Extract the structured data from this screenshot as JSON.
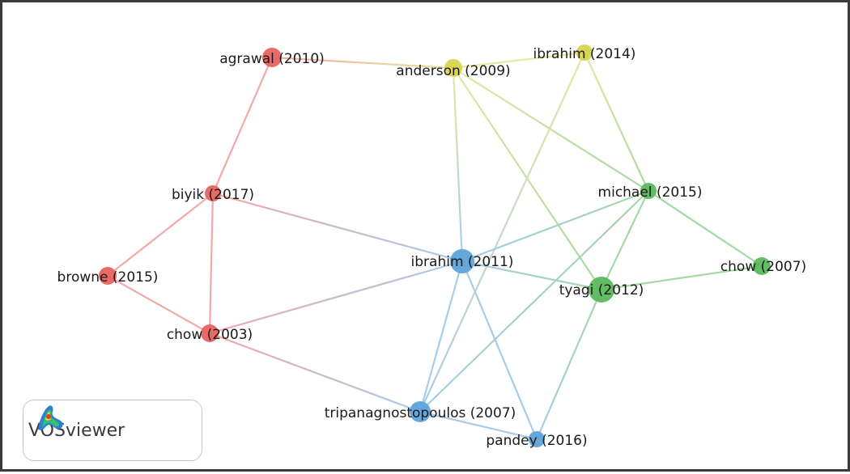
{
  "network": {
    "nodes": [
      {
        "id": "agrawal2010",
        "label": "agrawal (2010)",
        "cluster": "red"
      },
      {
        "id": "anderson2009",
        "label": "anderson (2009)",
        "cluster": "yellow"
      },
      {
        "id": "ibrahim2014",
        "label": "ibrahim (2014)",
        "cluster": "yellow"
      },
      {
        "id": "biyik2017",
        "label": "biyik (2017)",
        "cluster": "red"
      },
      {
        "id": "michael2015",
        "label": "michael (2015)",
        "cluster": "green"
      },
      {
        "id": "browne2015",
        "label": "browne (2015)",
        "cluster": "red"
      },
      {
        "id": "ibrahim2011",
        "label": "ibrahim (2011)",
        "cluster": "blue"
      },
      {
        "id": "chow2007",
        "label": "chow (2007)",
        "cluster": "green"
      },
      {
        "id": "tyagi2012",
        "label": "tyagi (2012)",
        "cluster": "green"
      },
      {
        "id": "chow2003",
        "label": "chow (2003)",
        "cluster": "red"
      },
      {
        "id": "tripanagnostopoulos2007",
        "label": "tripanagnostopoulos (2007)",
        "cluster": "blue"
      },
      {
        "id": "pandey2016",
        "label": "pandey (2016)",
        "cluster": "blue"
      }
    ],
    "edges": [
      [
        "agrawal2010",
        "biyik2017"
      ],
      [
        "agrawal2010",
        "anderson2009"
      ],
      [
        "biyik2017",
        "browne2015"
      ],
      [
        "biyik2017",
        "chow2003"
      ],
      [
        "biyik2017",
        "ibrahim2011"
      ],
      [
        "browne2015",
        "chow2003"
      ],
      [
        "chow2003",
        "ibrahim2011"
      ],
      [
        "chow2003",
        "tripanagnostopoulos2007"
      ],
      [
        "anderson2009",
        "ibrahim2014"
      ],
      [
        "anderson2009",
        "ibrahim2011"
      ],
      [
        "anderson2009",
        "michael2015"
      ],
      [
        "anderson2009",
        "tyagi2012"
      ],
      [
        "ibrahim2014",
        "michael2015"
      ],
      [
        "ibrahim2014",
        "tripanagnostopoulos2007"
      ],
      [
        "michael2015",
        "ibrahim2011"
      ],
      [
        "michael2015",
        "chow2007"
      ],
      [
        "michael2015",
        "tyagi2012"
      ],
      [
        "michael2015",
        "tripanagnostopoulos2007"
      ],
      [
        "ibrahim2011",
        "tyagi2012"
      ],
      [
        "ibrahim2011",
        "tripanagnostopoulos2007"
      ],
      [
        "ibrahim2011",
        "pandey2016"
      ],
      [
        "chow2007",
        "tyagi2012"
      ],
      [
        "tyagi2012",
        "pandey2016"
      ],
      [
        "tripanagnostopoulos2007",
        "pandey2016"
      ]
    ]
  },
  "colors": {
    "red": "#e8635f",
    "yellow": "#d6d34f",
    "green": "#5cb85c",
    "blue": "#5fa3d8"
  },
  "badge": {
    "label": "VOSviewer",
    "icon": "vosviewer-logo-icon"
  }
}
